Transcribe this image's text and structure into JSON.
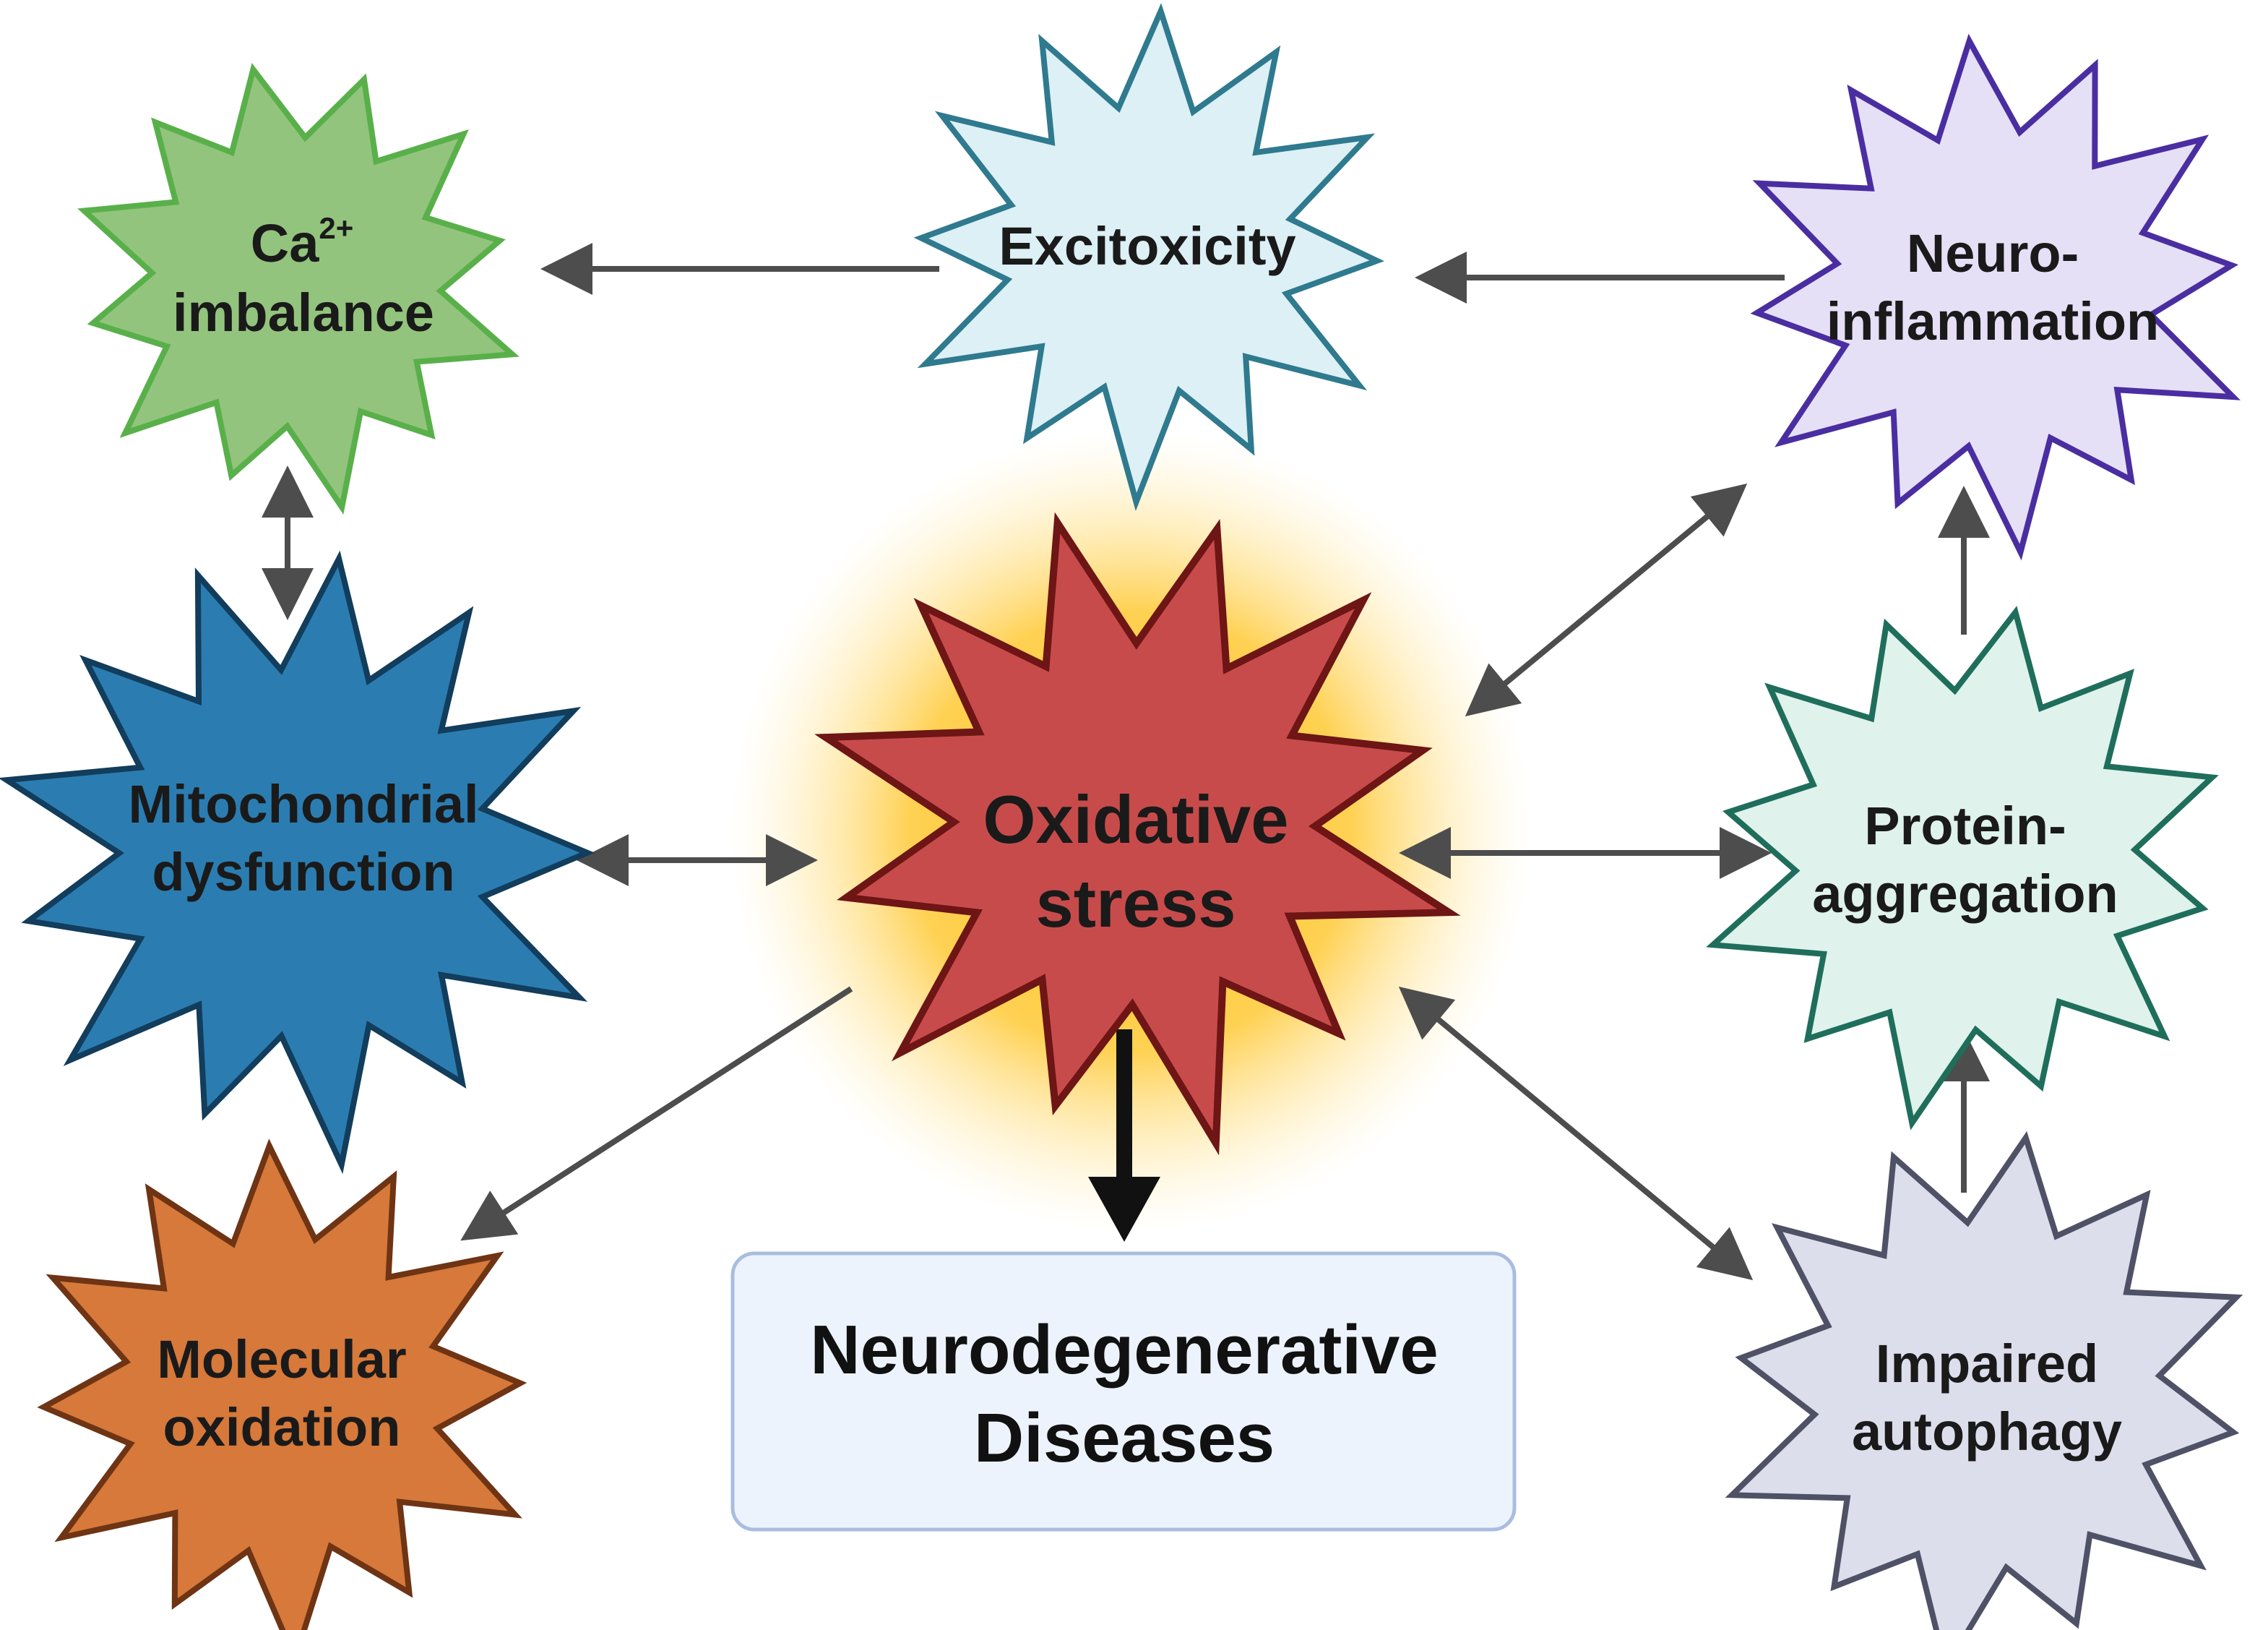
{
  "nodes": {
    "ca_imbalance": {
      "prefix": "Ca",
      "superscript": "2+",
      "line2": "imbalance",
      "fill": "#93c47d",
      "stroke": "#59b04a"
    },
    "excitoxicity": {
      "line1": "Excitoxicity",
      "fill": "#dcf0f5",
      "stroke": "#2f7a8e"
    },
    "neuroinflammation": {
      "line1": "Neuro-",
      "line2": "inflammation",
      "fill": "#e6e0f7",
      "stroke": "#4a2ea1"
    },
    "mitochondrial": {
      "line1": "Mitochondrial",
      "line2": "dysfunction",
      "fill": "#2b7db1",
      "stroke": "#123d5c"
    },
    "oxidative_stress": {
      "line1": "Oxidative",
      "line2": "stress",
      "fill": "#c84b4b",
      "stroke": "#6e1515",
      "text_color": "#f2c21b",
      "glow_color": "#ffc21a"
    },
    "protein_aggregation": {
      "line1": "Protein-",
      "line2": "aggregation",
      "fill": "#dff2ec",
      "stroke": "#1f6e5c"
    },
    "molecular_oxidation": {
      "line1": "Molecular",
      "line2": "oxidation",
      "fill": "#d6793a",
      "stroke": "#6e3414"
    },
    "impaired_autophagy": {
      "line1": "Impaired",
      "line2": "autophagy",
      "fill": "#dcdeec",
      "stroke": "#4f5166"
    }
  },
  "outcome": {
    "line1": "Neurodegenerative",
    "line2": "Diseases",
    "fill": "#edf3fc",
    "stroke": "#a9bde0"
  },
  "colors": {
    "arrow": "#4d4d4d",
    "main_arrow": "#111111"
  }
}
